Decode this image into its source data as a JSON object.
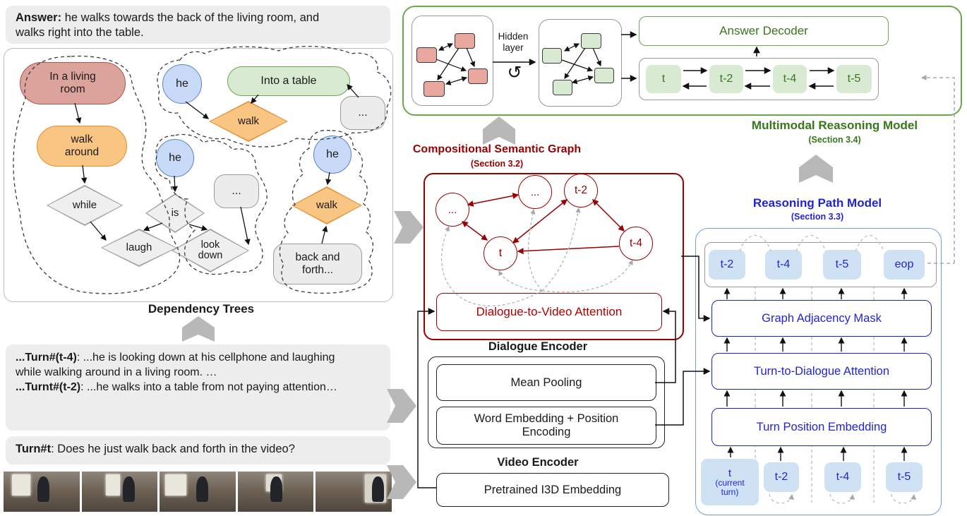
{
  "answer_box": {
    "label": "Answer:",
    "text": " he walks towards the back of the living room, and walks right into the table."
  },
  "dependency_trees": {
    "caption": "Dependency Trees",
    "nodes": {
      "living_room": "In a living room",
      "walk_around": "walk around",
      "he1": "he",
      "he2": "he",
      "he3": "he",
      "into_table": "Into a table",
      "walk1": "walk",
      "walk2": "walk",
      "dots1": "...",
      "dots2": "...",
      "while_w": "while",
      "is_w": "is",
      "laugh": "laugh",
      "look_down": "look down",
      "back_forth": "back and forth..."
    }
  },
  "dialogue_history": {
    "turn_t4_label": "...Turn#(t-4)",
    "turn_t4_text": ": ...he is looking down at his cellphone and laughing while walking around in a living room. …",
    "turn_t2_label": "...Turnt#(t-2)",
    "turn_t2_text": ": ...he walks into a table from not paying attention…"
  },
  "current_turn": {
    "label": "Turn#t",
    "text": ": Does he just walk back and forth in the video?"
  },
  "multimodal_model": {
    "title": "Multimodal Reasoning Model",
    "section": "(Section 3.4)",
    "hidden_layer_label": "Hidden layer",
    "recurrence_icon": "↺",
    "answer_decoder": "Answer Decoder",
    "sequence": [
      "t",
      "t-2",
      "t-4",
      "t-5"
    ]
  },
  "semantic_graph": {
    "title": "Compositional Semantic Graph",
    "section": "(Section 3.2)",
    "nodes": {
      "dots_a": "...",
      "dots_b": "...",
      "t2": "t-2",
      "t": "t",
      "t4": "t-4"
    },
    "attention_label": "Dialogue-to-Video Attention"
  },
  "dialogue_encoder": {
    "title": "Dialogue Encoder",
    "mean_pooling": "Mean Pooling",
    "word_embedding": "Word Embedding + Position Encoding"
  },
  "video_encoder": {
    "title": "Video Encoder",
    "i3d": "Pretrained I3D Embedding"
  },
  "reasoning_path": {
    "title": "Reasoning Path Model",
    "section": "(Section 3.3)",
    "path_tokens": [
      "t-2",
      "t-4",
      "t-5",
      "eop"
    ],
    "graph_adjacency_mask": "Graph Adjacency Mask",
    "turn_to_dialogue_attention": "Turn-to-Dialogue Attention",
    "turn_position_embedding": "Turn Position Embedding",
    "current_turn_token": "t",
    "current_turn_sub": "(current turn)",
    "input_tokens": [
      "t-2",
      "t-4",
      "t-5"
    ]
  },
  "colors": {
    "green": "#38761d",
    "dark_red": "#990000",
    "blue": "#2323d6",
    "gray_arrow": "#b8b8b8"
  }
}
